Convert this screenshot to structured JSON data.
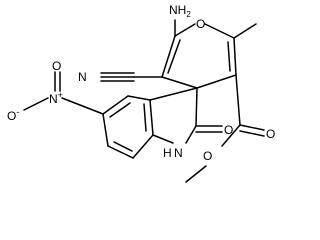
{
  "structure": {
    "atom_labels": {
      "amine": "NH",
      "amine_sub": "2",
      "ring_oxygen": "O",
      "nitrile_n": "N",
      "nitro_o_minus": "O",
      "nitro_minus": "-",
      "nitro_n": "N",
      "nitro_plus": "+",
      "nitro_o": "O",
      "carbonyl_o": "O",
      "lactam_n": "N",
      "lactam_h": "H",
      "ester_carbonyl_o": "O",
      "ester_o": "O"
    }
  }
}
